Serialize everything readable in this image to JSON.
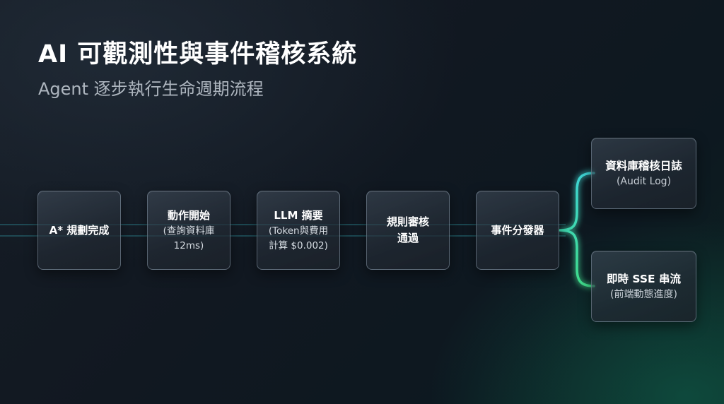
{
  "header": {
    "title": "AI 可觀測性與事件稽核系統",
    "subtitle": "Agent 逐步執行生命週期流程"
  },
  "colors": {
    "flow_cyan": "#3fd6d6",
    "flow_green": "#3fdc8a",
    "node_border": "#a0b2c4",
    "background": "#111821"
  },
  "flow": {
    "steps": [
      {
        "title": "A* 規劃完成",
        "detail": ""
      },
      {
        "title": "動作開始",
        "detail": "(查詢資料庫\n12ms)"
      },
      {
        "title": "LLM 摘要",
        "detail": "(Token與費用\n計算 $0.002)"
      },
      {
        "title": "規則審核\n通過",
        "detail": ""
      },
      {
        "title": "事件分發器",
        "detail": ""
      }
    ],
    "outputs": [
      {
        "title": "資料庫稽核日誌",
        "detail": "(Audit Log)"
      },
      {
        "title": "即時 SSE 串流",
        "detail": "(前端動態進度)"
      }
    ]
  }
}
